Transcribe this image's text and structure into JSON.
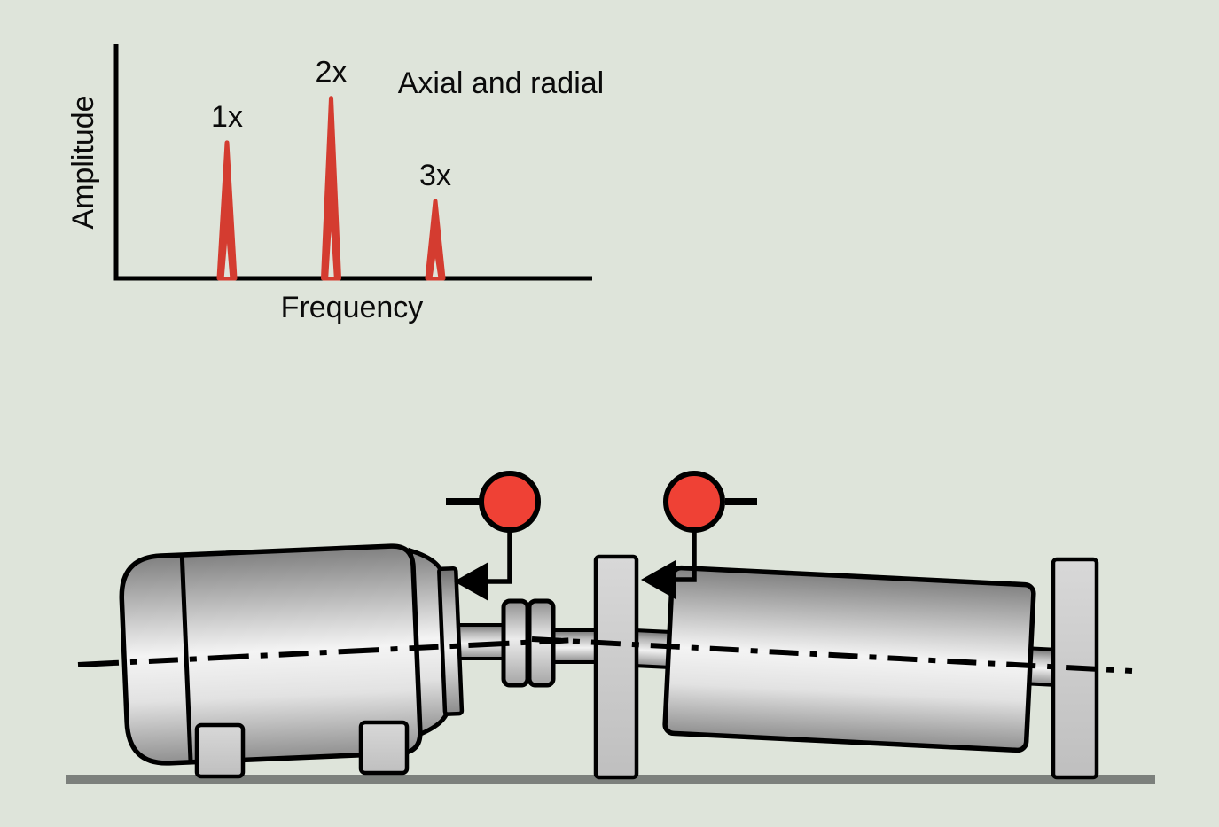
{
  "colors": {
    "background": "#dee4da",
    "ground": "#7c807c",
    "sensor_red": "#ef4135",
    "peak_red": "#d43c30",
    "line_black": "#000000"
  },
  "chart_data": {
    "type": "line",
    "title": "",
    "xlabel": "Frequency",
    "ylabel": "Amplitude",
    "annotation": "Axial and radial",
    "grid": false,
    "ylim": [
      0,
      1
    ],
    "peaks": [
      {
        "label": "1x",
        "amplitude": 0.58
      },
      {
        "label": "2x",
        "amplitude": 0.77
      },
      {
        "label": "3x",
        "amplitude": 0.33
      }
    ]
  },
  "diagram": {
    "components": [
      "motor",
      "motor-shaft",
      "shaft-coupling",
      "bearing-pedestal-inboard",
      "driven-roll",
      "bearing-pedestal-outboard",
      "baseplate-ground"
    ],
    "sensor_icons": [
      "vibration-sensor-icon",
      "vibration-sensor-icon"
    ]
  }
}
